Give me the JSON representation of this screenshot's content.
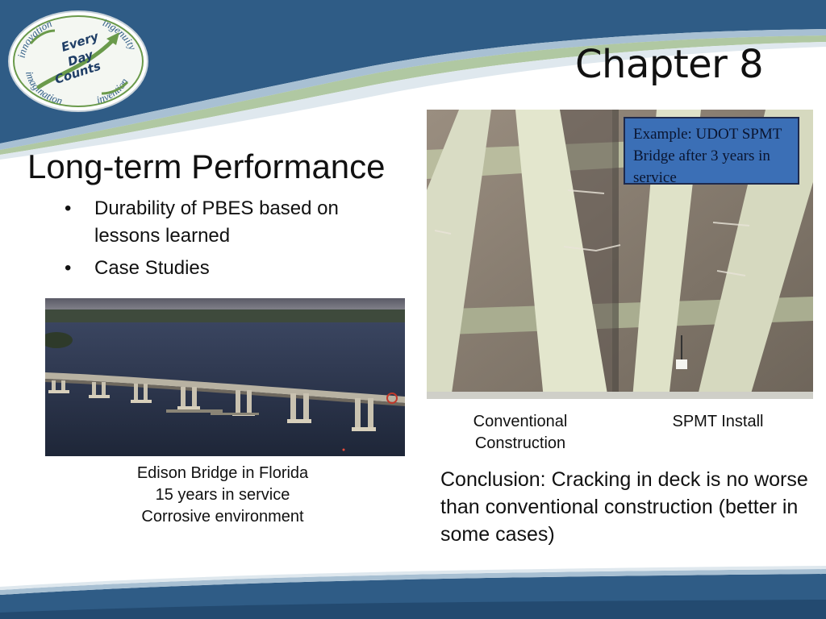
{
  "logo": {
    "center_text": [
      "Every",
      "Day",
      "Counts"
    ],
    "ring_words": [
      "innovation",
      "ingenuity",
      "imagination",
      "invention"
    ]
  },
  "header": {
    "chapter_title": "Chapter 8"
  },
  "main": {
    "heading": "Long-term Performance",
    "bullets": [
      {
        "symbol": "•",
        "text": "Durability of PBES based on lessons learned"
      },
      {
        "symbol": "•",
        "text": "Case Studies"
      }
    ],
    "edison_caption": [
      "Edison Bridge in Florida",
      "15 years in service",
      "Corrosive environment"
    ],
    "callout_text": "Example:  UDOT SPMT Bridge after 3 years in service",
    "label_conventional": [
      "Conventional",
      "Construction"
    ],
    "label_spmt": "SPMT Install",
    "conclusion": "Conclusion:  Cracking in deck is no worse than conventional construction (better in some cases)"
  },
  "colors": {
    "banner_navy": "#2f5c86",
    "banner_light": "#e8eef3",
    "accent_green": "#6a9a4b",
    "callout_fill": "#3b6fb6",
    "water": "#2a3550"
  }
}
